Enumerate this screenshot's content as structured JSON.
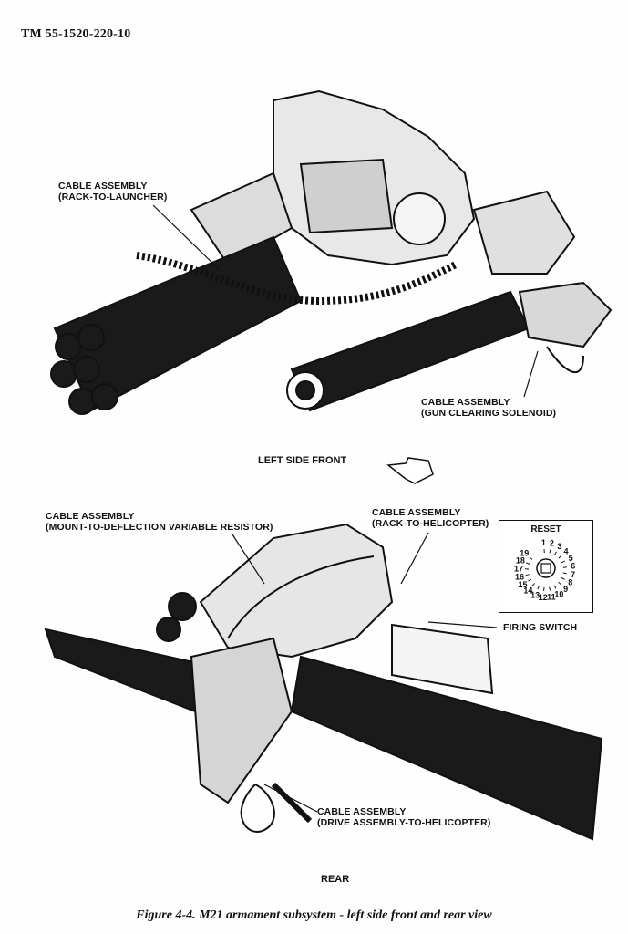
{
  "header": {
    "doc_number": "TM 55-1520-220-10"
  },
  "top_view": {
    "label": "LEFT SIDE FRONT",
    "callouts": {
      "rack_to_launcher": {
        "line1": "CABLE ASSEMBLY",
        "line2": "(RACK-TO-LAUNCHER)"
      },
      "gun_clearing": {
        "line1": "CABLE ASSEMBLY",
        "line2": "(GUN CLEARING SOLENOID)"
      }
    }
  },
  "bottom_view": {
    "label": "REAR",
    "callouts": {
      "mount_to_deflection": {
        "line1": "CABLE ASSEMBLY",
        "line2": "(MOUNT-TO-DEFLECTION VARIABLE RESISTOR)"
      },
      "rack_to_helicopter": {
        "line1": "CABLE ASSEMBLY",
        "line2": "(RACK-TO-HELICOPTER)"
      },
      "firing_switch": "FIRING SWITCH",
      "drive_assembly": {
        "line1": "CABLE ASSEMBLY",
        "line2": "(DRIVE ASSEMBLY-TO-HELICOPTER)"
      }
    },
    "counter_dial": {
      "title": "RESET",
      "numbers": [
        "1",
        "2",
        "3",
        "4",
        "5",
        "6",
        "7",
        "8",
        "9",
        "10",
        "11",
        "12",
        "13",
        "14",
        "15",
        "16",
        "17",
        "18",
        "19"
      ]
    }
  },
  "caption": "Figure 4-4. M21 armament subsystem - left side front and rear view"
}
